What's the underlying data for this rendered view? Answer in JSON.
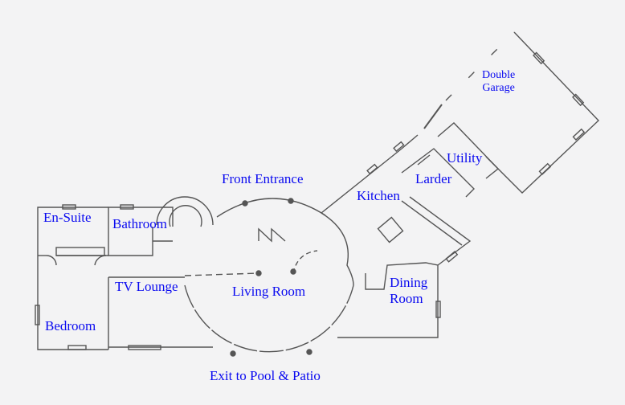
{
  "labels": {
    "double_garage_1": "Double",
    "double_garage_2": "Garage",
    "utility": "Utility",
    "larder": "Larder",
    "kitchen": "Kitchen",
    "front_entrance": "Front Entrance",
    "en_suite": "En-Suite",
    "bathroom": "Bathroom",
    "tv_lounge": "TV Lounge",
    "living_room": "Living Room",
    "dining_room_1": "Dining",
    "dining_room_2": "Room",
    "bedroom": "Bedroom",
    "exit": "Exit to Pool & Patio"
  },
  "colors": {
    "label": "#0a0af0",
    "wall": "#555555",
    "paper": "#f3f3f4"
  }
}
